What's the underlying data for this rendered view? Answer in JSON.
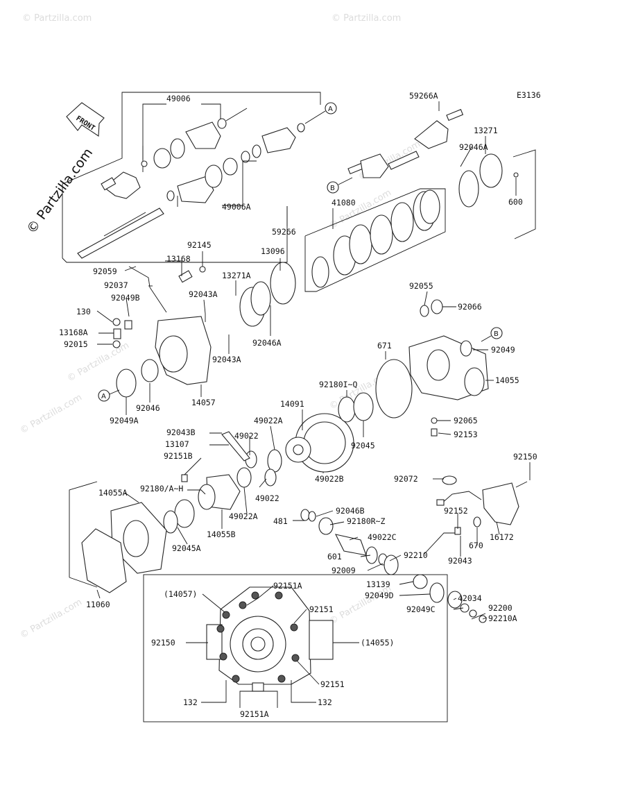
{
  "diagram_id": "E3136",
  "watermark": "© Partzilla.com",
  "front_label": "FRONT",
  "callouts": [
    "A",
    "B"
  ],
  "labels": [
    {
      "id": "l1",
      "text": "49006"
    },
    {
      "id": "l2",
      "text": "59266A"
    },
    {
      "id": "l3",
      "text": "13271"
    },
    {
      "id": "l4",
      "text": "92046A"
    },
    {
      "id": "l5",
      "text": "600"
    },
    {
      "id": "l6",
      "text": "49006A"
    },
    {
      "id": "l7",
      "text": "59266"
    },
    {
      "id": "l8",
      "text": "41080"
    },
    {
      "id": "l9",
      "text": "92145"
    },
    {
      "id": "l10",
      "text": "13168"
    },
    {
      "id": "l11",
      "text": "13096"
    },
    {
      "id": "l12",
      "text": "92059"
    },
    {
      "id": "l13",
      "text": "92037"
    },
    {
      "id": "l14",
      "text": "13271A"
    },
    {
      "id": "l15",
      "text": "92043A"
    },
    {
      "id": "l16",
      "text": "92049B"
    },
    {
      "id": "l17",
      "text": "130"
    },
    {
      "id": "l18",
      "text": "13168A"
    },
    {
      "id": "l19",
      "text": "92015"
    },
    {
      "id": "l20",
      "text": "92046A"
    },
    {
      "id": "l21",
      "text": "92043A"
    },
    {
      "id": "l22",
      "text": "92055"
    },
    {
      "id": "l23",
      "text": "92066"
    },
    {
      "id": "l24",
      "text": "92049"
    },
    {
      "id": "l25",
      "text": "671"
    },
    {
      "id": "l26",
      "text": "14055"
    },
    {
      "id": "l27",
      "text": "92046"
    },
    {
      "id": "l28",
      "text": "92049A"
    },
    {
      "id": "l29",
      "text": "14057"
    },
    {
      "id": "l30",
      "text": "92180I~Q"
    },
    {
      "id": "l31",
      "text": "14091"
    },
    {
      "id": "l32",
      "text": "49022A"
    },
    {
      "id": "l33",
      "text": "92043B"
    },
    {
      "id": "l34",
      "text": "49022"
    },
    {
      "id": "l35",
      "text": "13107"
    },
    {
      "id": "l36",
      "text": "92045"
    },
    {
      "id": "l37",
      "text": "92065"
    },
    {
      "id": "l38",
      "text": "92153"
    },
    {
      "id": "l39",
      "text": "92151B"
    },
    {
      "id": "l40",
      "text": "49022B"
    },
    {
      "id": "l41",
      "text": "92150"
    },
    {
      "id": "l42",
      "text": "92072"
    },
    {
      "id": "l43",
      "text": "14055A"
    },
    {
      "id": "l44",
      "text": "92180/A~H"
    },
    {
      "id": "l45",
      "text": "49022"
    },
    {
      "id": "l46",
      "text": "49022A"
    },
    {
      "id": "l47",
      "text": "92046B"
    },
    {
      "id": "l48",
      "text": "481"
    },
    {
      "id": "l49",
      "text": "92180R~Z"
    },
    {
      "id": "l50",
      "text": "92152"
    },
    {
      "id": "l51",
      "text": "14055B"
    },
    {
      "id": "l52",
      "text": "16172"
    },
    {
      "id": "l53",
      "text": "92045A"
    },
    {
      "id": "l54",
      "text": "49022C"
    },
    {
      "id": "l55",
      "text": "670"
    },
    {
      "id": "l56",
      "text": "601"
    },
    {
      "id": "l57",
      "text": "92210"
    },
    {
      "id": "l58",
      "text": "92043"
    },
    {
      "id": "l59",
      "text": "92009"
    },
    {
      "id": "l60",
      "text": "13139"
    },
    {
      "id": "l61",
      "text": "92151A"
    },
    {
      "id": "l62",
      "text": "(14057)"
    },
    {
      "id": "l63",
      "text": "92049D"
    },
    {
      "id": "l64",
      "text": "42034"
    },
    {
      "id": "l65",
      "text": "11060"
    },
    {
      "id": "l66",
      "text": "92151"
    },
    {
      "id": "l67",
      "text": "92049C"
    },
    {
      "id": "l68",
      "text": "92200"
    },
    {
      "id": "l69",
      "text": "92210A"
    },
    {
      "id": "l70",
      "text": "92150"
    },
    {
      "id": "l71",
      "text": "(14055)"
    },
    {
      "id": "l72",
      "text": "92151"
    },
    {
      "id": "l73",
      "text": "132"
    },
    {
      "id": "l74",
      "text": "132"
    },
    {
      "id": "l75",
      "text": "92151A"
    }
  ]
}
